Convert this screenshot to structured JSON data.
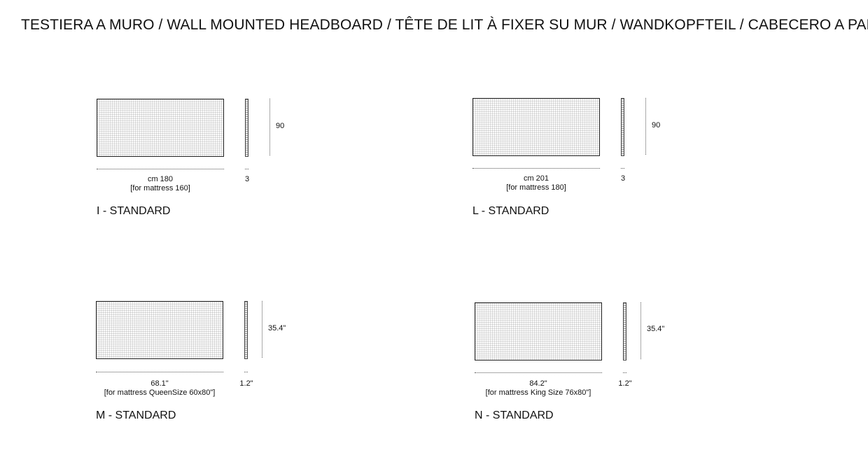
{
  "title": "TESTIERA A MURO / WALL MOUNTED HEADBOARD / TÊTE DE LIT À FIXER SU MUR / WANDKOPFTEIL / CABECERO A PARED",
  "models": [
    {
      "name": "I - STANDARD",
      "width": "cm 180",
      "mattress_note": "[for mattress 160]",
      "height": "90",
      "depth": "3"
    },
    {
      "name": "L - STANDARD",
      "width": "cm 201",
      "mattress_note": "[for mattress 180]",
      "height": "90",
      "depth": "3"
    },
    {
      "name": "M - STANDARD",
      "width": "68.1\"",
      "mattress_note": "[for mattress QueenSize 60x80\"]",
      "height": "35.4\"",
      "depth": "1.2\""
    },
    {
      "name": "N - STANDARD",
      "width": "84.2\"",
      "mattress_note": "[for mattress King Size 76x80\"]",
      "height": "35.4\"",
      "depth": "1.2\""
    }
  ]
}
